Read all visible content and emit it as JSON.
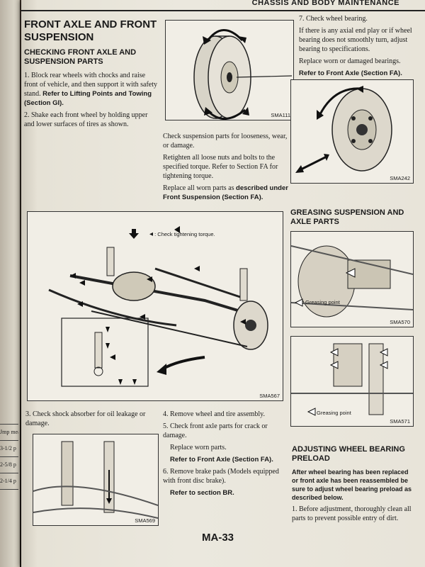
{
  "header": {
    "title": "CHASSIS AND BODY MAINTENANCE"
  },
  "left_column": {
    "title": "FRONT AXLE AND FRONT SUSPENSION",
    "subtitle": "CHECKING FRONT AXLE AND SUSPENSION PARTS",
    "step1": "1.  Block rear wheels with chocks and raise front of vehicle, and then support it with safety stand.",
    "step1_ref": "Refer to Lifting Points and Towing (Section GI).",
    "step2": "2.  Shake each front wheel by holding upper and lower surfaces of tires as shown."
  },
  "middle_text": {
    "p1": "Check suspension parts for looseness, wear, or damage.",
    "p2": "Retighten all loose nuts and bolts to the specified torque. Refer to Section FA for tightening torque.",
    "p3": "Replace all worn parts as",
    "p3_ref": "described under Front Suspension (Section FA)."
  },
  "right_column": {
    "step7": "7.  Check wheel bearing.",
    "step7_body": "If there is any axial end play or if wheel bearing does not smoothly turn, adjust bearing to specifications.",
    "step7_replace": "Replace worn or damaged bearings.",
    "step7_ref": "Refer to Front Axle (Section FA).",
    "greasing_title": "GREASING SUSPENSION AND AXLE PARTS",
    "adjusting_title": "ADJUSTING WHEEL BEARING PRELOAD",
    "adjusting_body": "After wheel bearing has been replaced or front axle has been reassembled be sure to adjust wheel bearing preload as described below.",
    "adjusting_step1": "1.  Before adjustment, thoroughly clean all parts to prevent possible entry of dirt."
  },
  "figures": {
    "fig1_code": "SMA111",
    "fig2_code": "SMA242",
    "fig3_code": "SMA567",
    "fig3_legend": ": Check tightening torque.",
    "fig4_code": "SMA570",
    "fig4_label": "Greasing point",
    "fig5_code": "SMA571",
    "fig5_label": "Greasing point",
    "fig6_code": "SMA569"
  },
  "bottom_left": {
    "step3": "3.  Check shock absorber for oil leakage or damage."
  },
  "bottom_middle": {
    "step4": "4.  Remove wheel and tire assembly.",
    "step5": "5.  Check front axle parts for crack or damage.",
    "step5_replace": "Replace worn parts.",
    "step5_ref": "Refer to Front Axle (Section FA).",
    "step6": "6.  Remove brake pads (Models equipped with front disc brake).",
    "step6_ref": "Refer to section BR."
  },
  "page_number": "MA-33",
  "prev_page": {
    "table_header": "Jmp measur",
    "rows": [
      "3-1/2 p",
      "2-5/8 p",
      "2-1/4 p"
    ]
  }
}
